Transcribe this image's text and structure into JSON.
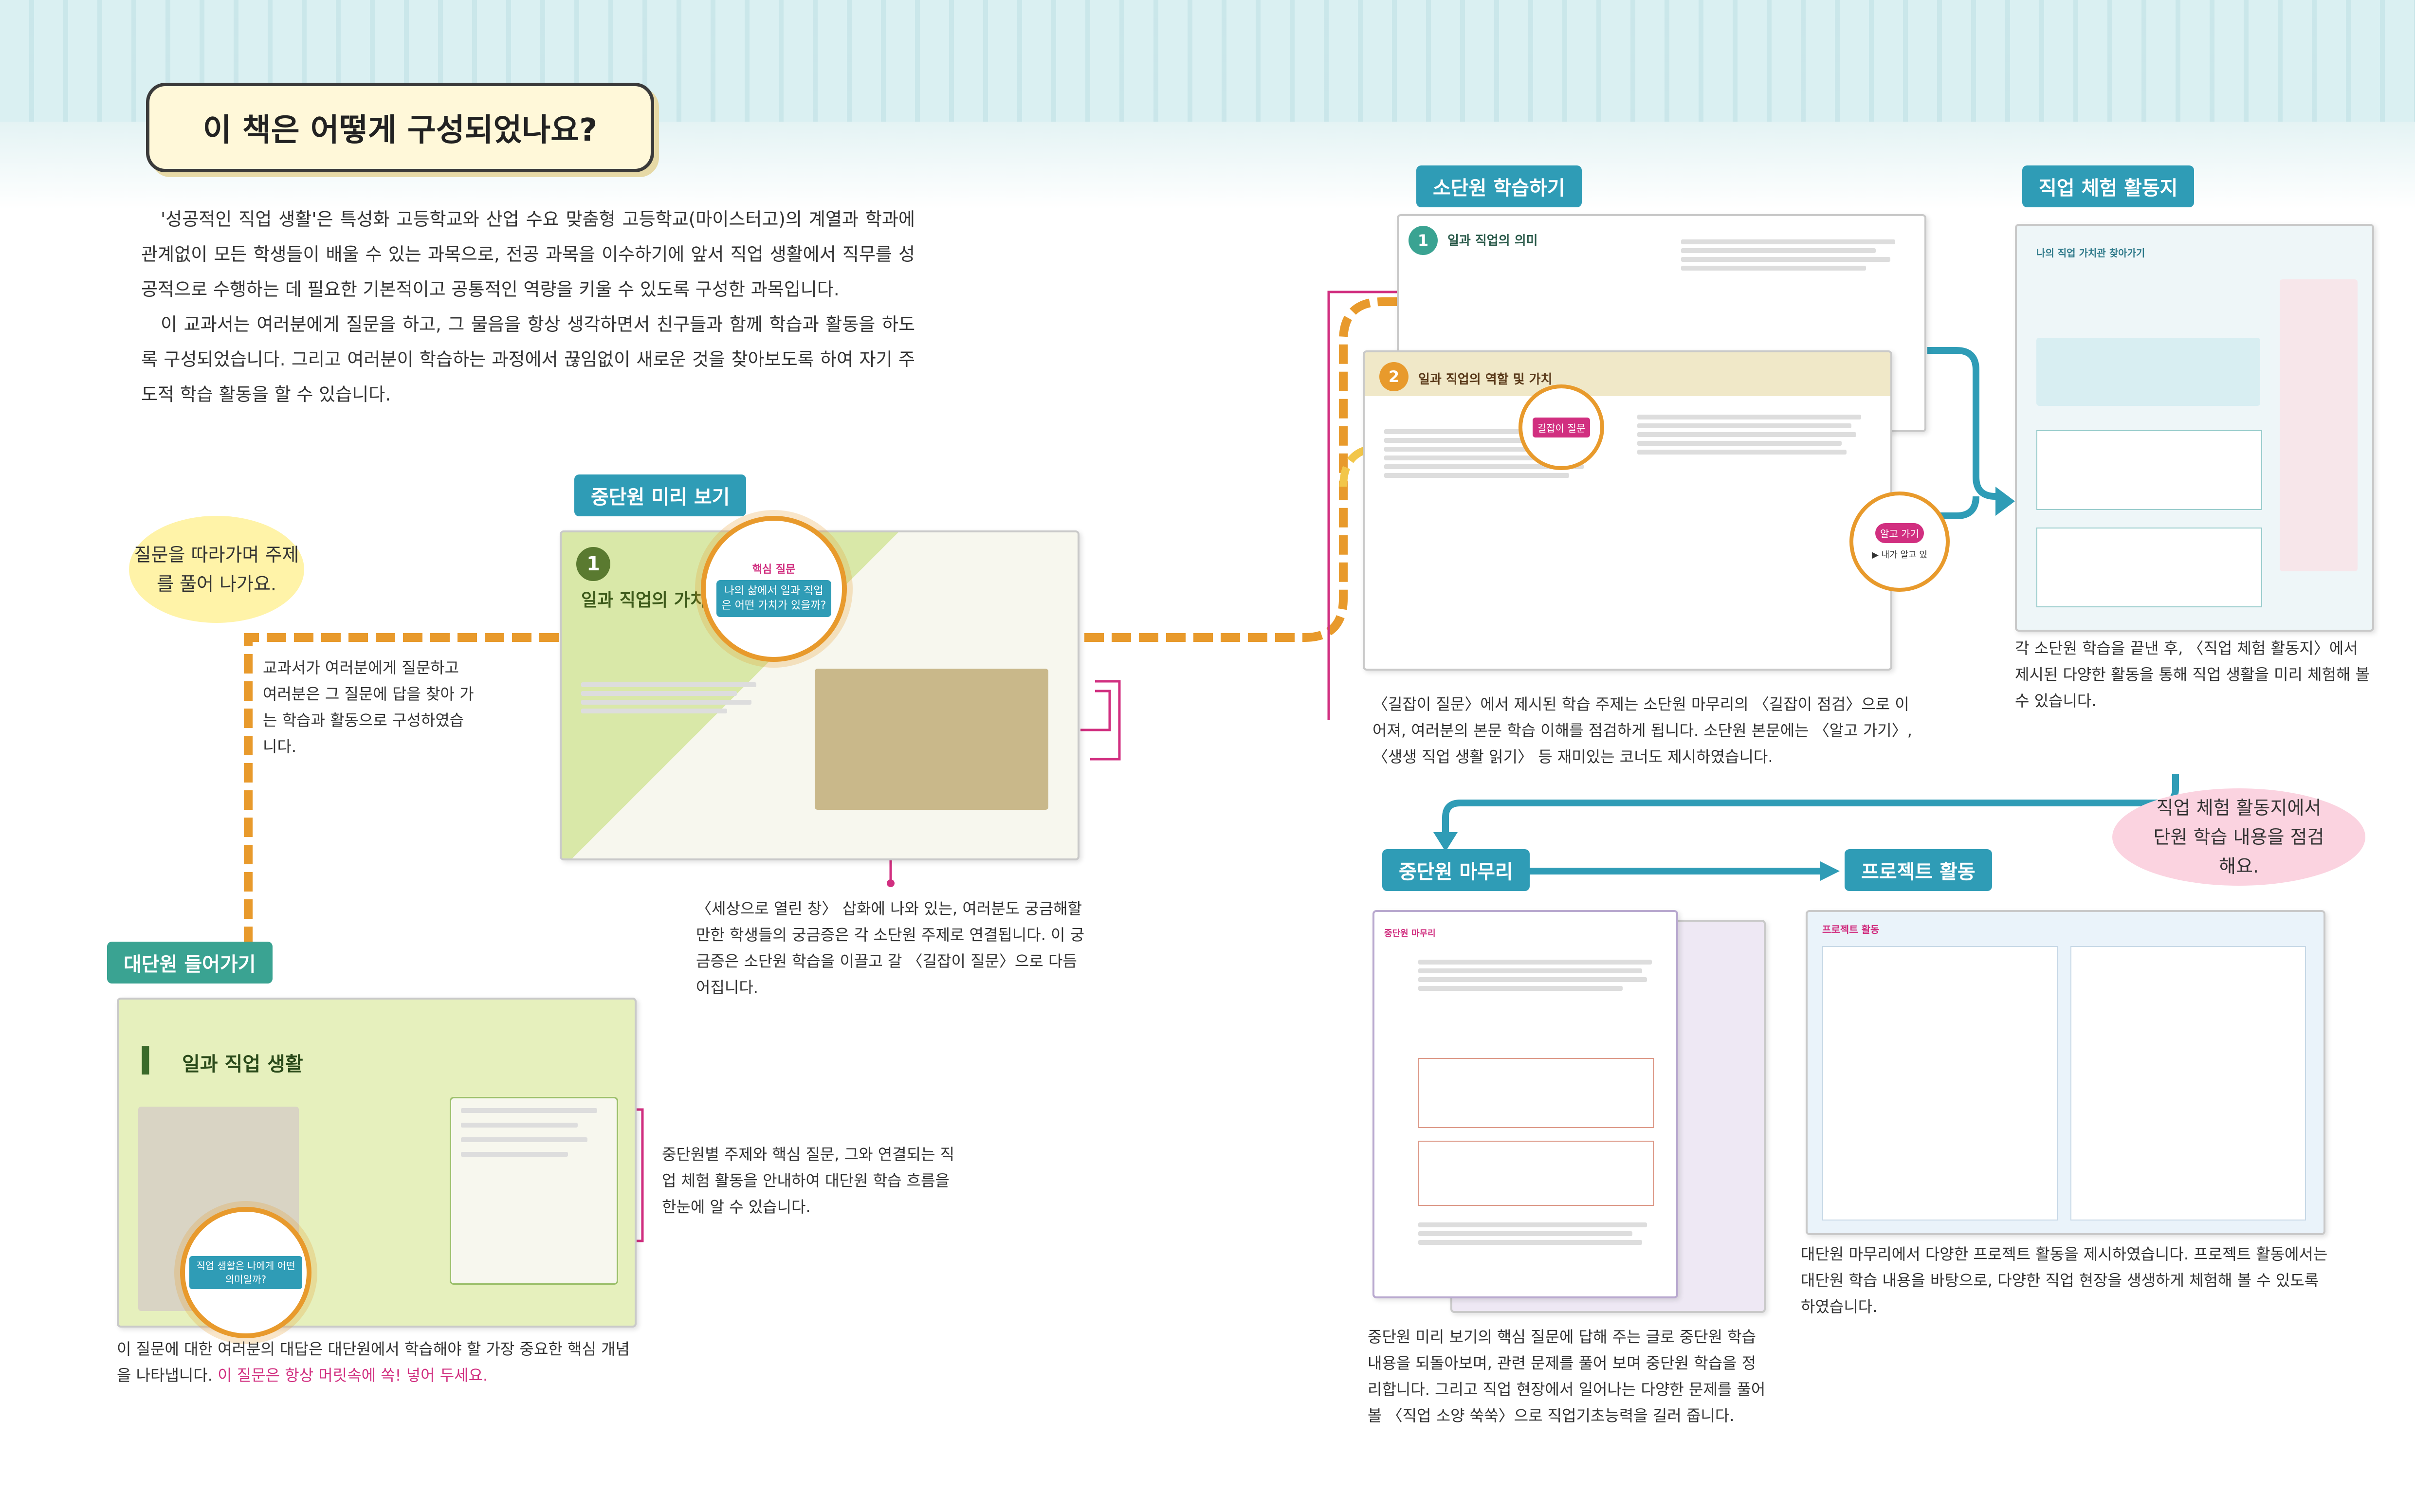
{
  "page_title": "이 책은 어떻게 구성되었나요?",
  "intro_paragraphs": [
    "'성공적인 직업 생활'은 특성화 고등학교와 산업 수요 맞춤형 고등학교(마이스터고)의 계열과 학과에 관계없이 모든 학생들이 배울 수 있는 과목으로, 전공 과목을 이수하기에 앞서 직업 생활에서 직무를 성공적으로 수행하는 데 필요한 기본적이고 공통적인 역량을 키울 수 있도록 구성한 과목입니다.",
    "이 교과서는 여러분에게 질문을 하고, 그 물음을 항상 생각하면서 친구들과 함께 학습과 활동을 하도록 구성되었습니다. 그리고 여러분이 학습하는 과정에서 끊임없이 새로운 것을 찾아보도록 하여 자기 주도적 학습 활동을 할 수 있습니다."
  ],
  "bubbles": {
    "follow_questions": "질문을 따라가며 주제를 풀어 나가요.",
    "review_activity": "직업 체험 활동지에서 단원 학습 내용을 점검해요."
  },
  "sections": {
    "big_unit_intro": {
      "label": "대단원 들어가기",
      "caption": "이 질문에 대한 여러분의 대답은 대단원에서 학습해야 할 가장 중요한 핵심 개념을 나타냅니다.",
      "caption_highlight": "이 질문은 항상 머릿속에 쏙! 넣어 두세요.",
      "panel_number": "I",
      "panel_title": "일과 직업 생활",
      "zoom_text": "직업 생활은 나에게 어떤 의미일까?"
    },
    "question_note": {
      "caption": "교과서가 여러분에게 질문하고 여러분은 그 질문에 답을 찾아 가는 학습과 활동으로 구성하였습니다."
    },
    "core_note": {
      "caption": "중단원별 주제와 핵심 질문, 그와 연결되는 직업 체험 활동을 안내하여 대단원 학습 흐름을 한눈에 알 수 있습니다."
    },
    "mid_preview": {
      "label": "중단원 미리 보기",
      "caption": "〈세상으로 열린 창〉 삽화에 나와 있는, 여러분도 궁금해할 만한 학생들의 궁금증은 각 소단원 주제로 연결됩니다. 이 궁금증은 소단원 학습을 이끌고 갈 〈길잡이 질문〉으로 다듬어집니다.",
      "panel_number": "1",
      "panel_title": "일과 직업의 가치",
      "zoom_tag": "핵심 질문",
      "zoom_text": "나의 삶에서 일과 직업은 어떤 가치가 있을까?"
    },
    "small_learning": {
      "label": "소단원 학습하기",
      "caption": "〈길잡이 질문〉에서 제시된 학습 주제는 소단원 마무리의 〈길잡이 점검〉으로 이어져, 여러분의 본문 학습 이해를 점검하게 됩니다. 소단원 본문에는 〈알고 가기〉, 〈생생 직업 생활 읽기〉 등 재미있는 코너도 제시하였습니다.",
      "page1_number": "1",
      "page1_title": "일과 직업의 의미",
      "page2_number": "2",
      "page2_title": "일과 직업의 역할 및 가치",
      "zoom_text": "길잡이 질문",
      "zoom2_text": "알고 가기",
      "zoom2_sub": "▶ 내가 알고 있"
    },
    "job_activity": {
      "label": "직업 체험 활동지",
      "caption": "각 소단원 학습을 끝낸 후, 〈직업 체험 활동지〉에서 제시된 다양한 활동을 통해 직업 생활을 미리 체험해 볼 수 있습니다.",
      "panel_title": "나의 직업 가치관 찾아가기"
    },
    "mid_wrap": {
      "label": "중단원 마무리",
      "caption": "중단원 미리 보기의 핵심 질문에 답해 주는 글로 중단원 학습 내용을 되돌아보며, 관련 문제를 풀어 보며 중단원 학습을 정리합니다. 그리고 직업 현장에서 일어나는 다양한 문제를 풀어 볼 〈직업 소양 쑥쑥〉으로 직업기초능력을 길러 줍니다.",
      "panel_tag": "중단원 마무리"
    },
    "project": {
      "label": "프로젝트 활동",
      "caption": "대단원 마무리에서 다양한 프로젝트 활동을 제시하였습니다. 프로젝트 활동에서는 대단원 학습 내용을 바탕으로, 다양한 직업 현장을 생생하게 체험해 볼 수 있도록 하였습니다.",
      "panel_tag": "프로젝트 활동"
    }
  },
  "colors": {
    "route_orange": "#e89a2c",
    "route_yellow": "#f2c64a",
    "route_pink": "#d12f80",
    "arrow_teal": "#2f9cb6",
    "label_teal": "#2d9bb5"
  }
}
